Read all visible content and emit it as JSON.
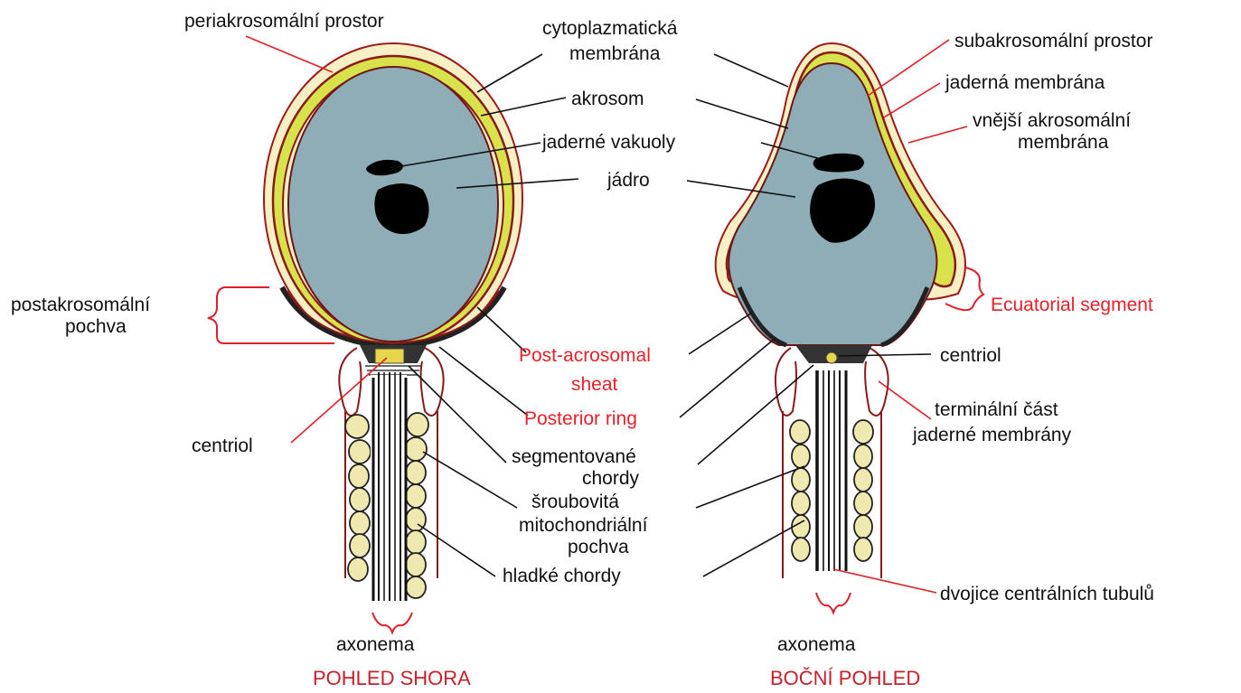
{
  "colors": {
    "nucleus": "#8fadb6",
    "acrosome": "#d8e24a",
    "acrosome_edge": "#8a1a1a",
    "membrane_fill": "#f6f0c4",
    "mitochondria": "#efe9b0",
    "vacuole": "#000000",
    "black_leader": "#111111",
    "red_leader": "#e01e28",
    "red_text": "#e8202a"
  },
  "labels": {
    "periakrosomalni_prostor": "periakrosomální prostor",
    "cytoplazmaticka_1": "cytoplazmatická",
    "cytoplazmaticka_2": "membrána",
    "akrosom": "akrosom",
    "jaderne_vakuoly": "jaderné vakuoly",
    "jadro": "jádro",
    "subakrosomalni_prostor": "subakrosomální prostor",
    "jaderna_membrana": "jaderná membrána",
    "vnejsi_1": "vnější akrosomální",
    "vnejsi_2": "membrána",
    "postakrosomalni_1": "postakrosomální",
    "postakrosomalni_2": "pochva",
    "ecuatorial_segment": "Ecuatorial segment",
    "post_acrosomal_1": "Post-acrosomal",
    "post_acrosomal_2": "sheat",
    "centriol_right": "centriol",
    "centriol_left": "centriol",
    "posterior_ring": "Posterior ring",
    "terminalni_1": "terminální část",
    "terminalni_2": "jaderné membrány",
    "segmentovane_1": "segmentované",
    "segmentovane_2": "chordy",
    "sroubovita_1": "šroubovitá",
    "sroubovita_2": "mitochondriální",
    "sroubovita_3": "pochva",
    "hladke_chordy": "hladké chordy",
    "dvojice": "dvojice centrálních tubulů",
    "axonema_left": "axonema",
    "axonema_right": "axonema",
    "title_left": "POHLED SHORA",
    "title_right": "BOČNÍ POHLED"
  }
}
